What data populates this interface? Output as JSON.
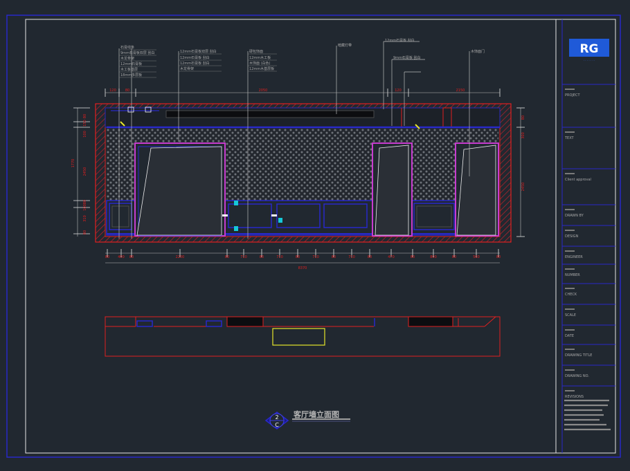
{
  "drawing": {
    "title": "客厅墙立面图",
    "symbol_top": "2",
    "symbol_bottom": "C"
  },
  "title_block": {
    "logo_text": "RG",
    "logo_sub": "· · · · · · ·",
    "section_labels": [
      "PROJECT",
      "TEXT",
      "Client approval",
      "DRAWN BY",
      "DESIGN",
      "ENGINEER",
      "NUMBER",
      "CHECK",
      "SCALE",
      "DATE",
      "DRAWING TITLE",
      "DRAWING NO.",
      "REVISIONS"
    ]
  },
  "dimensions": {
    "top_row": [
      "120",
      "80",
      "2050",
      "120",
      "2150"
    ],
    "bottom_row": [
      "80",
      "400",
      "80",
      "2200",
      "80",
      "710",
      "80",
      "710",
      "80",
      "710",
      "80",
      "710",
      "80",
      "470",
      "80",
      "800",
      "80",
      "560",
      "80"
    ],
    "bottom_total": "8370",
    "left_col": [
      "80",
      "150",
      "100",
      "1770",
      "2450",
      "80",
      "100",
      "310",
      "80"
    ],
    "right_col": [
      "80",
      "300",
      "2450"
    ]
  },
  "callouts": {
    "group1": [
      "石膏线条",
      "9mm石膏板双层 刮白",
      "木龙骨架",
      "12mm石膏板",
      "木工板基层",
      "18mm多层板"
    ],
    "group2": [
      "12mm石膏板双层 刮白",
      "12mm石膏板 刮白",
      "12mm石膏板 刮白",
      "木龙骨架"
    ],
    "group3": [
      "硬包饰面",
      "12mm木工板",
      "木饰面 (白色)",
      "12mm木基层板"
    ],
    "single": [
      "暗藏灯带",
      "12mm石膏板 刮白",
      "9mm石膏板 刮白",
      "木饰面门"
    ]
  }
}
